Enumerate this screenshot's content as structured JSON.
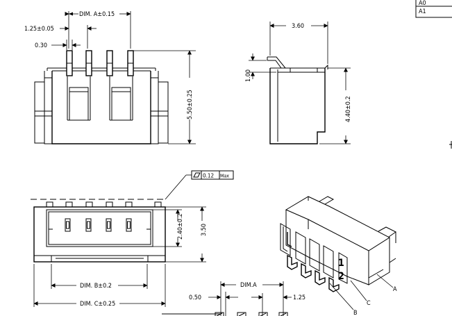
{
  "revision_table": {
    "rows": [
      "A0",
      "A1"
    ]
  },
  "front_view": {
    "dim_a": "DIM. A±0.15",
    "pitch_tol": "1.25±0.05",
    "pin_width": "0.30",
    "height": "5.50±0.25"
  },
  "side_view": {
    "depth": "3.60",
    "lead_height": "1.00",
    "body_height": "4.40±0.2"
  },
  "top_view": {
    "flatness_value": "0.12",
    "flatness_unit": "Max",
    "inner_height": "2.40±0.2",
    "outer_height": "3.50",
    "dim_b": "DIM. B±0.2",
    "dim_c": "DIM. C±0.25"
  },
  "footprint": {
    "dim_a": "DIM.A",
    "width": "0.50",
    "pitch": "1.25"
  },
  "iso_view": {
    "polarity_marks": [
      "1",
      "2"
    ],
    "callouts": [
      "A",
      "B",
      "C"
    ]
  }
}
